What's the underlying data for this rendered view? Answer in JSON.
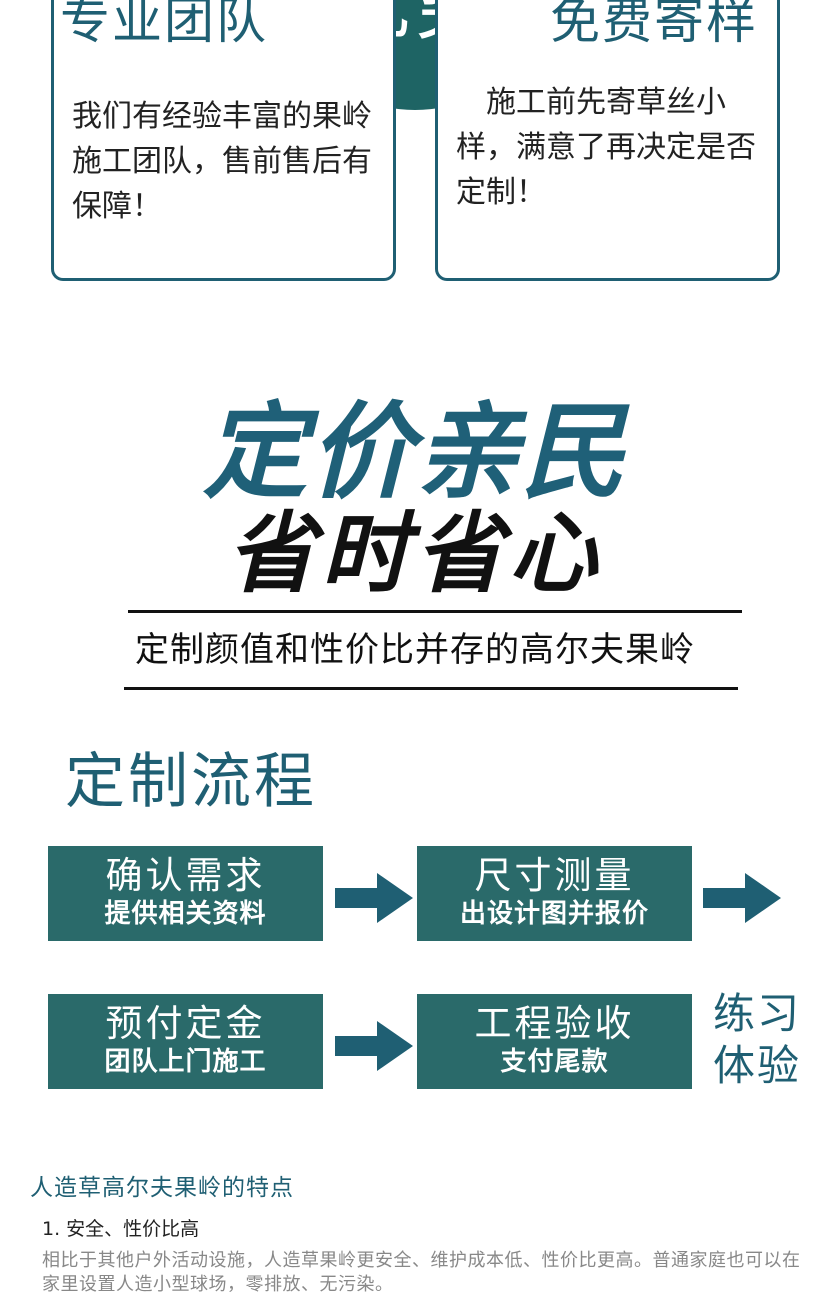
{
  "advantages": {
    "left": {
      "title": "专业团队",
      "body": "我们有经验丰富的果岭施工团队，售前售后有保障！"
    },
    "center_badge": "优势",
    "right": {
      "title": "免费寄样",
      "body": "　施工前先寄草丝小样，满意了再决定是否定制！"
    }
  },
  "headline": {
    "line1": "定价亲民",
    "line2": "省时省心",
    "tagline": "定制颜值和性价比并存的高尔夫果岭"
  },
  "process": {
    "title": "定制流程",
    "steps": [
      {
        "title": "确认需求",
        "sub": "提供相关资料"
      },
      {
        "title": "尺寸测量",
        "sub": "出设计图并报价"
      },
      {
        "title": "预付定金",
        "sub": "团队上门施工"
      },
      {
        "title": "工程验收",
        "sub": "支付尾款"
      }
    ],
    "final": "练习体验"
  },
  "features": {
    "title": "人造草高尔夫果岭的特点",
    "item1": "1. 安全、性价比高",
    "item1_desc": "相比于其他户外活动设施，人造草果岭更安全、维护成本低、性价比更高。普通家庭也可以在家里设置人造小型球场，零排放、无污染。"
  },
  "colors": {
    "accent": "#1f5f73",
    "step_bg": "#2a6a6a",
    "badge_bg": "#1e6464",
    "arrow": "#1f5f73"
  },
  "icons": [
    "arrow-right-icon"
  ]
}
